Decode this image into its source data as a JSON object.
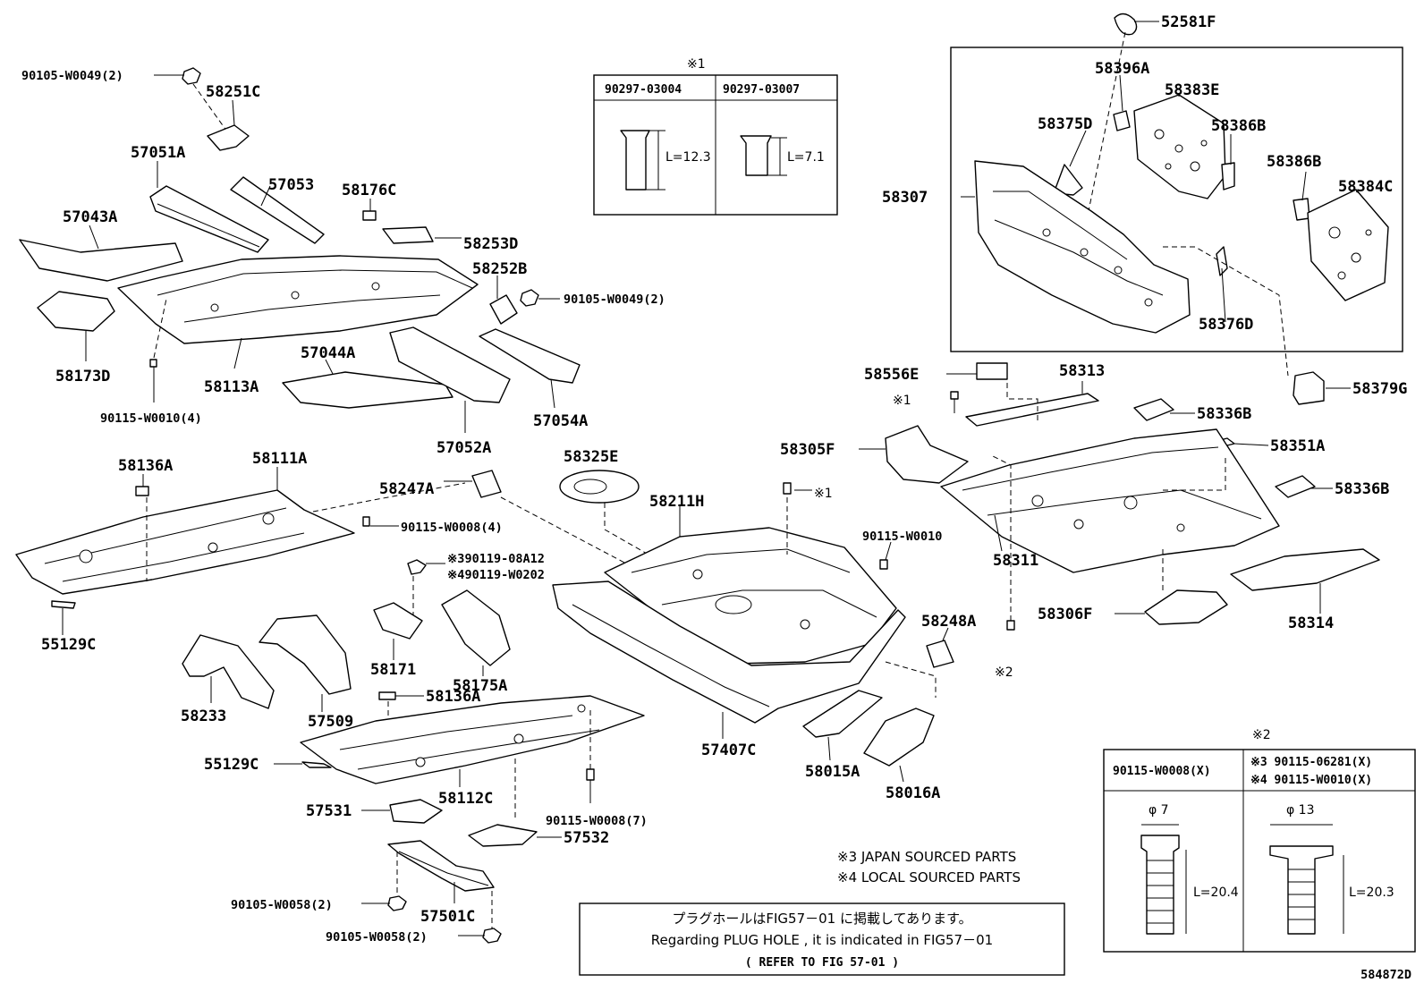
{
  "diagram": {
    "code": "584872D",
    "parts": {
      "p52581F": "52581F",
      "p58396A": "58396A",
      "p58383E": "58383E",
      "p58375D": "58375D",
      "p58386B_1": "58386B",
      "p58386B_2": "58386B",
      "p58384C": "58384C",
      "p58307": "58307",
      "p58376D": "58376D",
      "p58379G": "58379G",
      "p58556E": "58556E",
      "p58313": "58313",
      "p58336B_1": "58336B",
      "p58351A": "58351A",
      "p58336B_2": "58336B",
      "p58305F": "58305F",
      "p58311": "58311",
      "p58306F": "58306F",
      "p58314": "58314",
      "p58251C": "58251C",
      "p57051A": "57051A",
      "p57053": "57053",
      "p58176C": "58176C",
      "p57043A": "57043A",
      "p58253D": "58253D",
      "p58252B": "58252B",
      "p58173D": "58173D",
      "p58113A": "58113A",
      "p57044A": "57044A",
      "p57054A": "57054A",
      "p57052A": "57052A",
      "p58136A_1": "58136A",
      "p58111A": "58111A",
      "p58247A": "58247A",
      "p58325E": "58325E",
      "p58211H": "58211H",
      "p55129C_1": "55129C",
      "p58248A": "58248A",
      "p58233": "58233",
      "p57509": "57509",
      "p58171": "58171",
      "p58175A": "58175A",
      "p58136A_2": "58136A",
      "p57407C": "57407C",
      "p58015A": "58015A",
      "p58016A": "58016A",
      "p55129C_2": "55129C",
      "p58112C": "58112C",
      "p57531": "57531",
      "p57532": "57532",
      "p57501C": "57501C"
    },
    "fasteners": {
      "f1": "90105-W0049(2)",
      "f2": "90105-W0049(2)",
      "f3": "90115-W0010(4)",
      "f4": "90115-W0008(4)",
      "f5": "※390119-08A12",
      "f6": "※490119-W0202",
      "f7": "90115-W0010",
      "f8": "90115-W0008(7)",
      "f9": "90105-W0058(2)",
      "f10": "90105-W0058(2)"
    },
    "refs": {
      "r1": "※1",
      "r2": "※1",
      "r3": "※1",
      "r4": "※2"
    },
    "table1": {
      "mark": "※1",
      "col1": "90297-03004",
      "col2": "90297-03007",
      "dim1": "L=12.3",
      "dim2": "L=7.1"
    },
    "table2": {
      "mark": "※2",
      "col1": "90115-W0008(X)",
      "col2a": "※3 90115-06281(X)",
      "col2b": "※4 90115-W0010(X)",
      "dia1": "φ 7",
      "dia2": "φ 13",
      "len1": "L=20.4",
      "len2": "L=20.3"
    },
    "notes": {
      "n1": "※3 JAPAN SOURCED PARTS",
      "n2": "※4 LOCAL SOURCED PARTS"
    },
    "plughole": {
      "line1": "プラグホールはFIG57－01 に掲載してあります。",
      "line2": "Regarding  PLUG HOLE , it is indicated in  FIG57－01",
      "line3": "( REFER TO FIG 57-01 )"
    }
  }
}
